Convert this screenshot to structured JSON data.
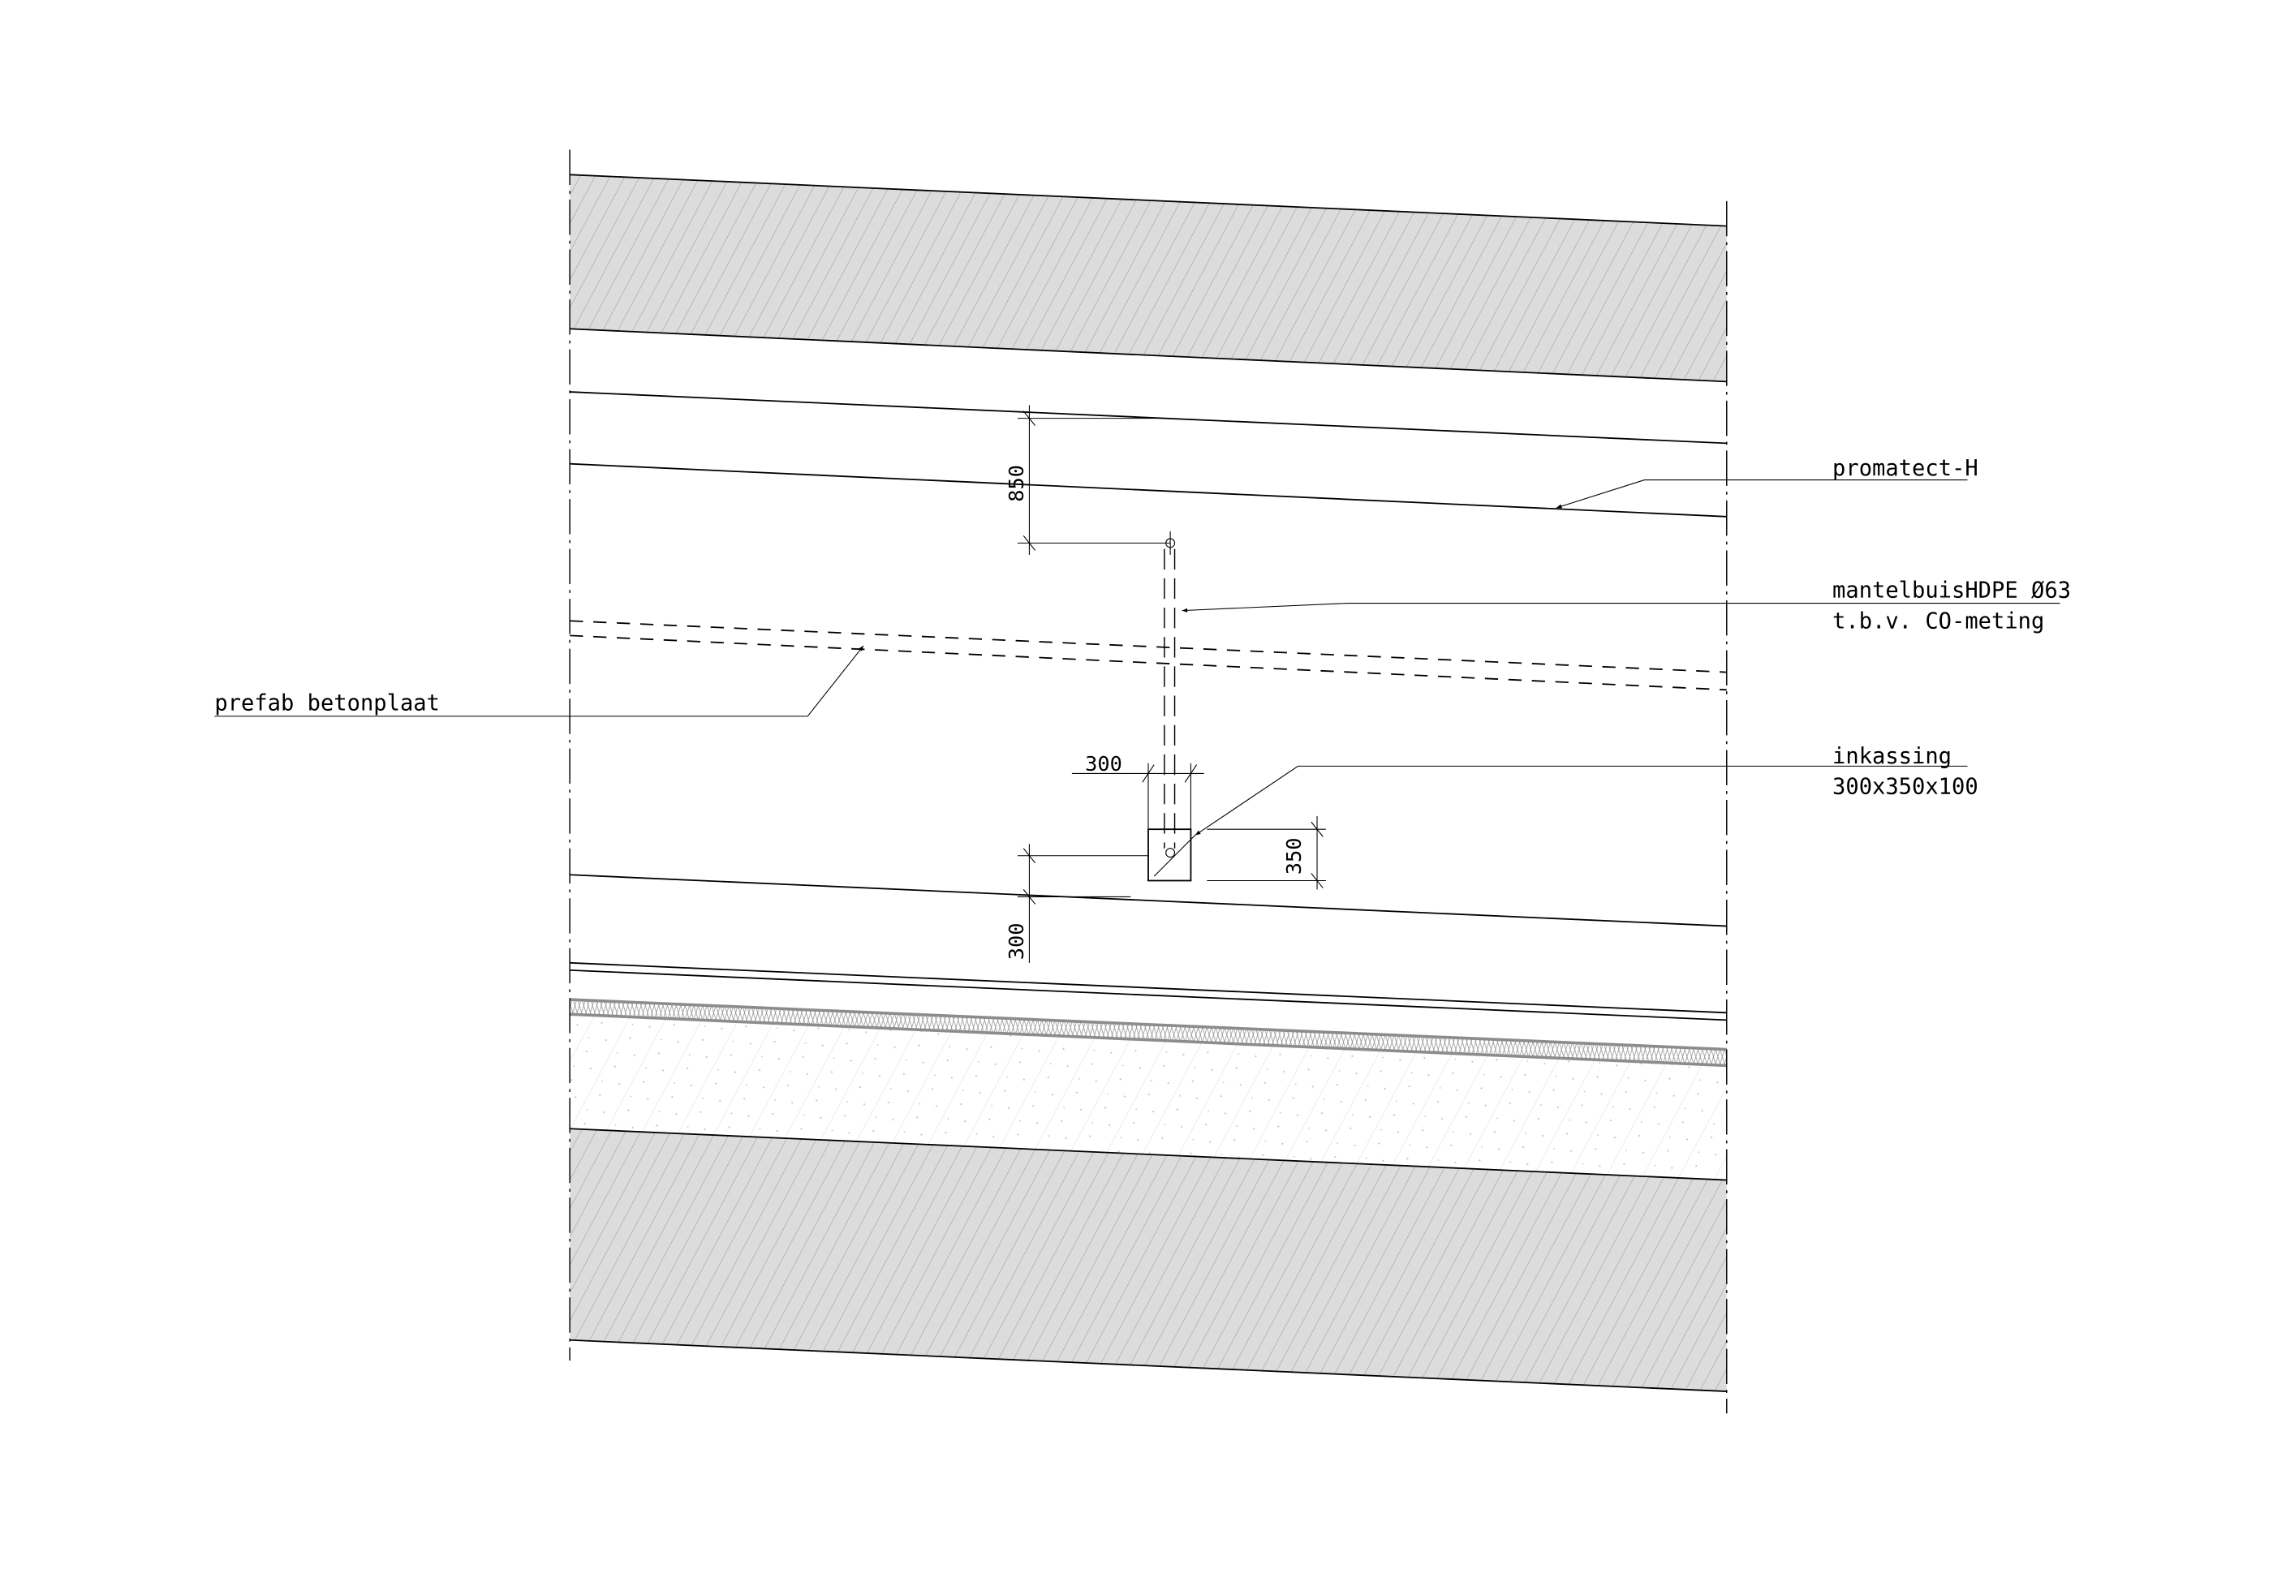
{
  "drawing": {
    "labels": {
      "promatect": "promatect-H",
      "mantelbuis_line1": "mantelbuisHDPE Ø63",
      "mantelbuis_line2": "t.b.v.  CO-meting",
      "inkassing_line1": "inkassing",
      "inkassing_line2": "300x350x100",
      "prefab": "prefab betonplaat"
    },
    "dimensions": {
      "top_offset": "850",
      "box_width": "300",
      "box_height": "350",
      "bottom_offset": "300"
    },
    "colors": {
      "concrete_fill": "#dcdcdc",
      "line": "#000000",
      "insulation_edge": "#8c8c8c"
    }
  }
}
